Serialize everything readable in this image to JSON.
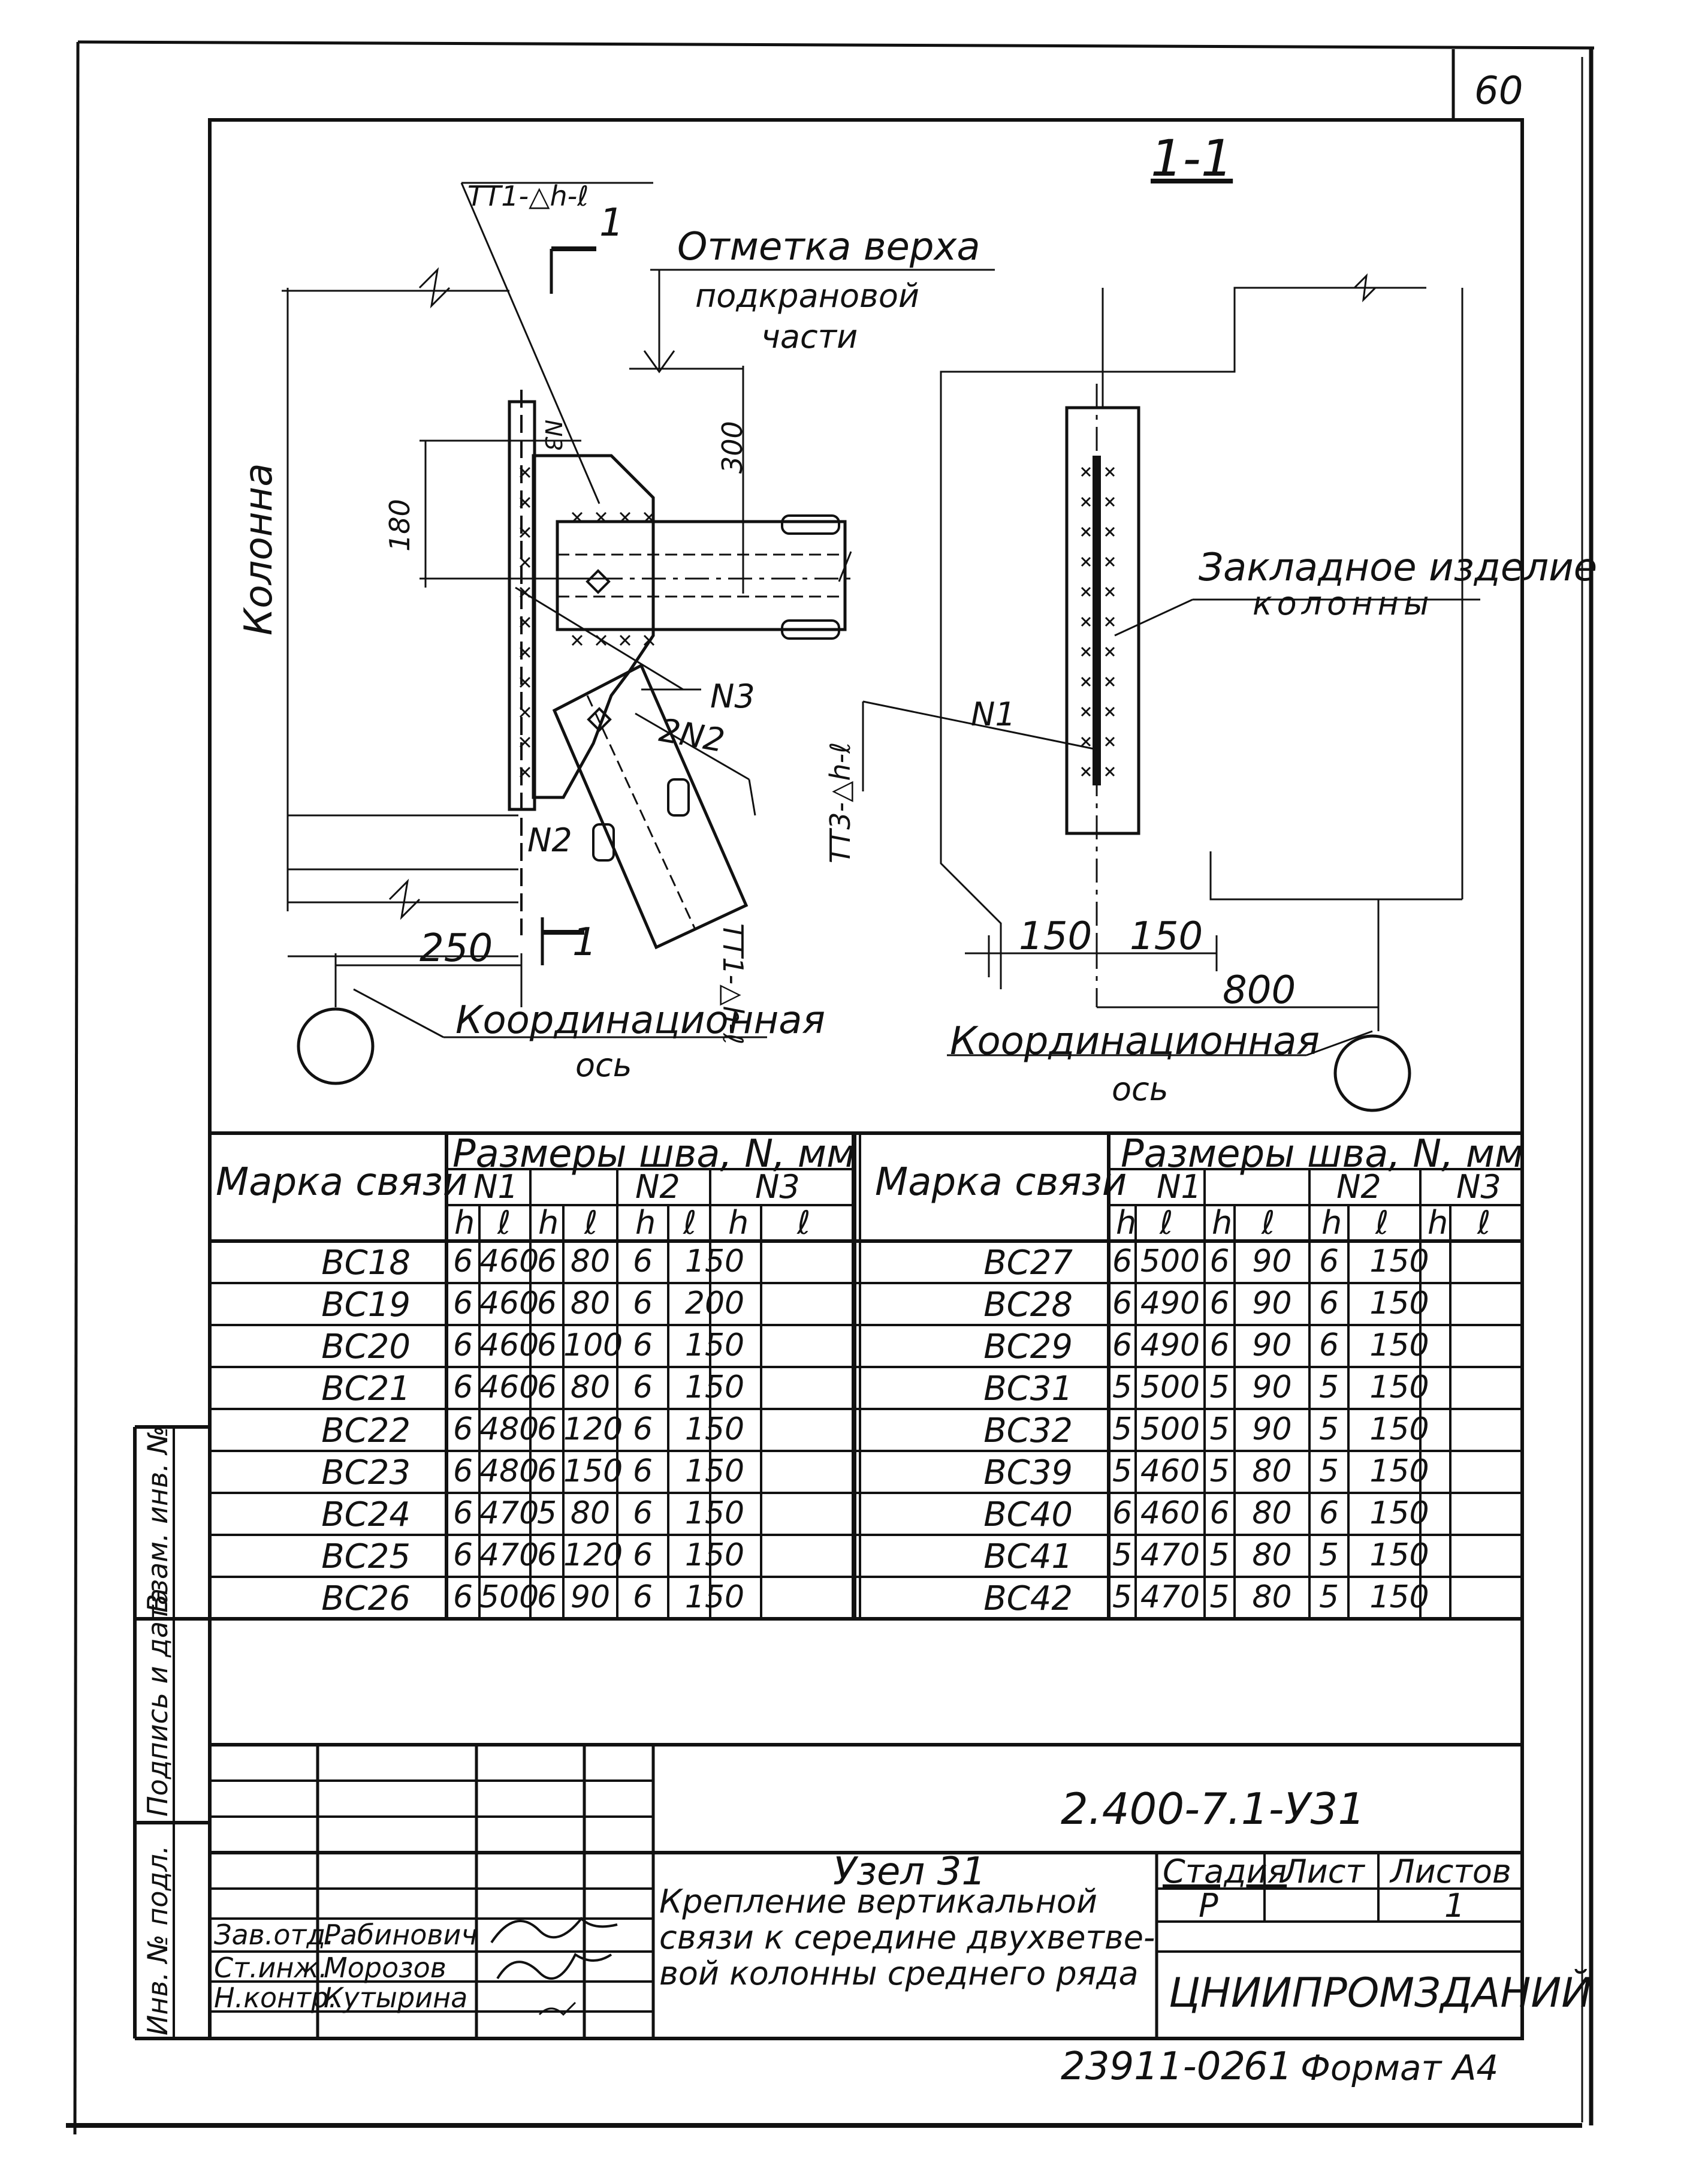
{
  "sheet": {
    "page_number": "60",
    "section_label": "1-1",
    "doc_code": "2.400-7.1-У31",
    "stamp_code": "23911-02",
    "stamp_num": "61",
    "format_label": "Формат А4"
  },
  "drawing": {
    "weld_mark_top": "ТТ1-△h-ℓ",
    "cut_1": "1",
    "top_mark_note": [
      "Отметка верха",
      "подкрановой",
      "части"
    ],
    "dim_300": "300",
    "dim_180": "180",
    "label_column": "Колонна",
    "label_n3": "N3",
    "label_n3_vertical": "N3",
    "label_2n2": "2N2",
    "label_n2": "N2",
    "weld_mark_bottom": "ТТ1-△h-ℓ",
    "weld_mark_left": "ТТ3-△h-ℓ",
    "label_n1": "N1",
    "embedded_note": [
      "Закладное изделие",
      "колонны"
    ],
    "dim_250": "250",
    "dim_150a": "150",
    "dim_150b": "150",
    "dim_800": "800",
    "axis_left": [
      "Координационная",
      "ось"
    ],
    "axis_right": [
      "Координационная",
      "ось"
    ]
  },
  "weld_table": {
    "col_mark": "Марка связи",
    "col_sizes": "Размеры шва, N, мм",
    "sub_n1": "N1",
    "sub_n2": "N2",
    "sub_n3": "N3",
    "sub_h": "h",
    "sub_l": "ℓ",
    "left_rows": [
      [
        "ВС18",
        "6",
        "460",
        "6",
        "80",
        "6",
        "150"
      ],
      [
        "ВС19",
        "6",
        "460",
        "6",
        "80",
        "6",
        "200"
      ],
      [
        "ВС20",
        "6",
        "460",
        "6",
        "100",
        "6",
        "150"
      ],
      [
        "ВС21",
        "6",
        "460",
        "6",
        "80",
        "6",
        "150"
      ],
      [
        "ВС22",
        "6",
        "480",
        "6",
        "120",
        "6",
        "150"
      ],
      [
        "ВС23",
        "6",
        "480",
        "6",
        "150",
        "6",
        "150"
      ],
      [
        "ВС24",
        "6",
        "470",
        "5",
        "80",
        "6",
        "150"
      ],
      [
        "ВС25",
        "6",
        "470",
        "6",
        "120",
        "6",
        "150"
      ],
      [
        "ВС26",
        "6",
        "500",
        "6",
        "90",
        "6",
        "150"
      ]
    ],
    "right_rows": [
      [
        "ВС27",
        "6",
        "500",
        "6",
        "90",
        "6",
        "150"
      ],
      [
        "ВС28",
        "6",
        "490",
        "6",
        "90",
        "6",
        "150"
      ],
      [
        "ВС29",
        "6",
        "490",
        "6",
        "90",
        "6",
        "150"
      ],
      [
        "ВС31",
        "5",
        "500",
        "5",
        "90",
        "5",
        "150"
      ],
      [
        "ВС32",
        "5",
        "500",
        "5",
        "90",
        "5",
        "150"
      ],
      [
        "ВС39",
        "5",
        "460",
        "5",
        "80",
        "5",
        "150"
      ],
      [
        "ВС40",
        "6",
        "460",
        "6",
        "80",
        "6",
        "150"
      ],
      [
        "ВС41",
        "5",
        "470",
        "5",
        "80",
        "5",
        "150"
      ],
      [
        "ВС42",
        "5",
        "470",
        "5",
        "80",
        "5",
        "150"
      ]
    ]
  },
  "title_block": {
    "node": "Узел 31",
    "title_lines": [
      "Крепление вертикальной",
      "связи к середине двухветве-",
      "вой колонны среднего ряда"
    ],
    "stage_hdr": "Стадия",
    "sheet_hdr": "Лист",
    "sheets_hdr": "Листов",
    "stage_val": "Р",
    "sheets_val": "1",
    "org": "ЦНИИПРОМЗДАНИЙ",
    "roles": [
      "Зав.отд.",
      "Ст.инж.",
      "Н.контр."
    ],
    "names": [
      "Рабинович",
      "Морозов",
      "Кутырина"
    ]
  },
  "side_strip": {
    "labels": [
      "Взам. инв. №",
      "Подпись и дата",
      "Инв. № подл."
    ]
  }
}
